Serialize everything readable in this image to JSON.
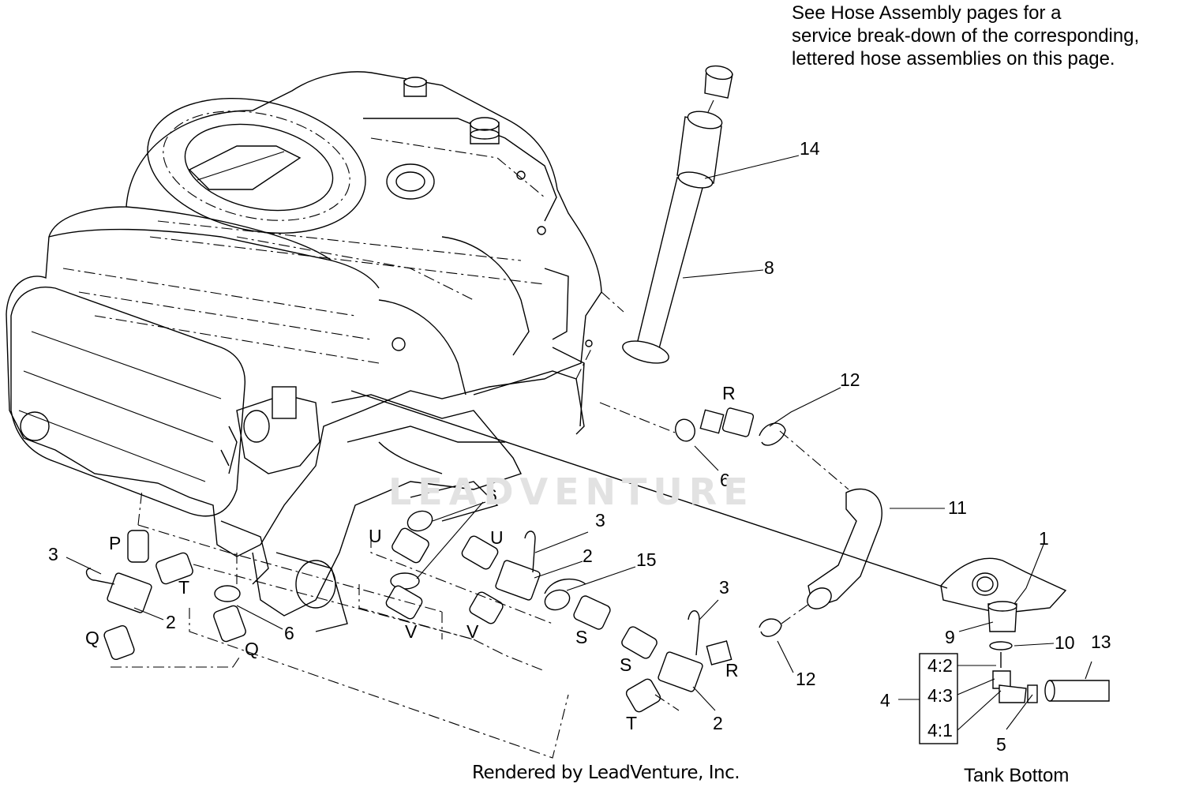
{
  "note": {
    "lines": [
      "See Hose Assembly pages for a",
      "service break-down of the corresponding,",
      "lettered hose assemblies on this page."
    ]
  },
  "watermark": "LEADVENTURE",
  "footer": "Rendered by LeadVenture, Inc.",
  "inset_caption": "Tank Bottom",
  "callouts": {
    "c14": "14",
    "c8": "8",
    "cR_top": "R",
    "c12_top": "12",
    "c6_right": "6",
    "c11": "11",
    "c6_mid": "6",
    "c3_mid": "3",
    "cU_left": "U",
    "cU_right": "U",
    "c2_mid": "2",
    "c15": "15",
    "cP": "P",
    "c3_left": "3",
    "cT_left": "T",
    "c2_left": "2",
    "cQ_left": "Q",
    "cQ_right": "Q",
    "c6_low": "6",
    "cV_left": "V",
    "cV_right": "V",
    "cS_upper": "S",
    "c3_right": "3",
    "cS_lower": "S",
    "cR_low": "R",
    "c12_low": "12",
    "cT_low": "T",
    "c2_right": "2",
    "c1": "1",
    "c9": "9",
    "c10": "10",
    "c13": "13",
    "c4_2": "4:2",
    "c4_3": "4:3",
    "c4_1": "4:1",
    "c4": "4",
    "c5": "5"
  }
}
